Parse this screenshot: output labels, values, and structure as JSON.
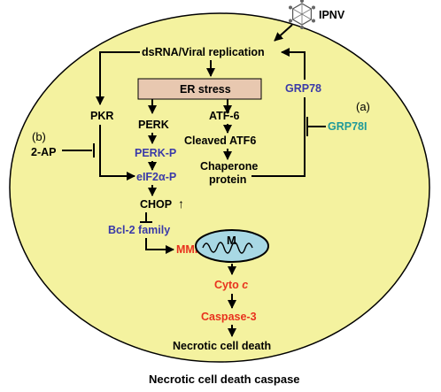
{
  "virus": "IPNV",
  "nodes": {
    "dsrna": "dsRNA/Viral replication",
    "er_stress": "ER stress",
    "pkr": "PKR",
    "perk": "PERK",
    "perk_p": "PERK-P",
    "eif2a_p": "eIF2α-P",
    "chop": "CHOP",
    "chop_arrow": "↑",
    "bcl2": "Bcl-2 family",
    "mmp": "MMP",
    "mmp_arrow": "↓",
    "mito": "M",
    "cyto_c": "Cyto ",
    "cyto_c_italic": "c",
    "caspase3": "Caspase-3",
    "necrotic": "Necrotic cell death",
    "atf6": "ATF-6",
    "cleaved_atf6": "Cleaved ATF6",
    "chaperone1": "Chaperone",
    "chaperone2": "protein",
    "grp78": "GRP78"
  },
  "inhibitors": {
    "a_label": "(a)",
    "grp78i": "GRP78I",
    "b_label": "(b)",
    "two_ap": "2-AP"
  },
  "caption": "Necrotic cell death caspase",
  "colors": {
    "cell_fill": "#f4f29f",
    "er_box": "#e8c8b0",
    "mito_fill": "#a8d8e4",
    "blue_text": "#3a3aa8",
    "red_text": "#e8321e",
    "teal_text": "#1f9a9a"
  }
}
